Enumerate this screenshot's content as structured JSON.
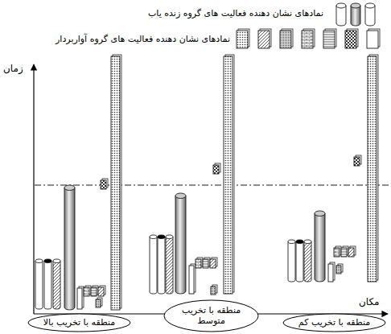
{
  "diagram": {
    "nodes": [
      {
        "text": [
          "منطقه با تخریب بالا"
        ]
      },
      {
        "text": [
          "منطقه با تخریب متوسط"
        ]
      },
      {
        "text": [
          "منطقه با تخریب کم"
        ]
      }
    ],
    "labels": [
      "زمان",
      "مکان"
    ],
    "legend": [
      {
        "text": "نمادهای نشان دهنده فعالیت های گروه زنده یاب"
      },
      {
        "text": "نمادهای نشان دهنده فعالیت های گروه آواربردار"
      }
    ]
  }
}
